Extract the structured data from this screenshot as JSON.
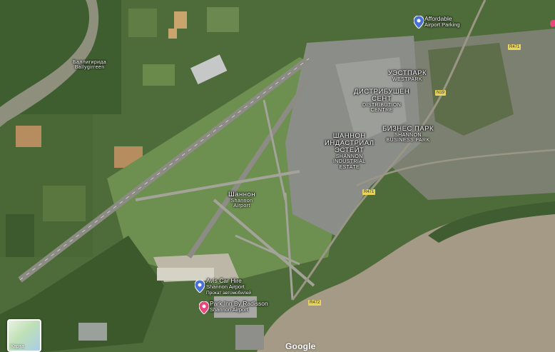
{
  "map": {
    "labels": {
      "bunratty_ru": "Баллигирида",
      "bunratty_en": "Ballygirreen",
      "westpark_ru": "УЭСТПАРК",
      "westpark_en": "WESTPARK",
      "distribution_ru": "ДИСТРИБУШЕН",
      "distribution_ru2": "СЕНТ",
      "distribution_en": "DISTRIBUTION",
      "distribution_en2": "CENTRE",
      "business_ru": "БИЗНЕС ПАРК",
      "business_en": "SHANNON",
      "business_en2": "BUSINESS PARK",
      "shannon_ru": "ШАННОН",
      "industrial_ru": "ИНДАСТРИАЛ",
      "industrial_ru2": "ЭСТЕЙТ",
      "industrial_en": "SHANNON",
      "industrial_en2": "INDUSTRIAL",
      "industrial_en3": "ESTATE",
      "airport_ru": "Шаннон",
      "airport_en": "Shannon",
      "airport_en2": "Airport"
    },
    "pins": {
      "parking_line1": "Affordable",
      "parking_line2": "Airport Parking",
      "avis_line1": "Avis Car Hire",
      "avis_line2": "Shannon Airport",
      "avis_line3": "Прокат автомобилей",
      "park_inn_line1": "Park Inn By Radisson",
      "park_inn_line2": "Shannon Airport"
    },
    "road_badges": [
      "N19",
      "R471",
      "R471",
      "R472"
    ],
    "layer_toggle_label": "Карта",
    "attribution": "Google",
    "colors": {
      "pin_blue": "#4a6fd6",
      "pin_pink": "#e8467c",
      "estuary": "#a59a85",
      "field": "#4d6b3a"
    }
  }
}
